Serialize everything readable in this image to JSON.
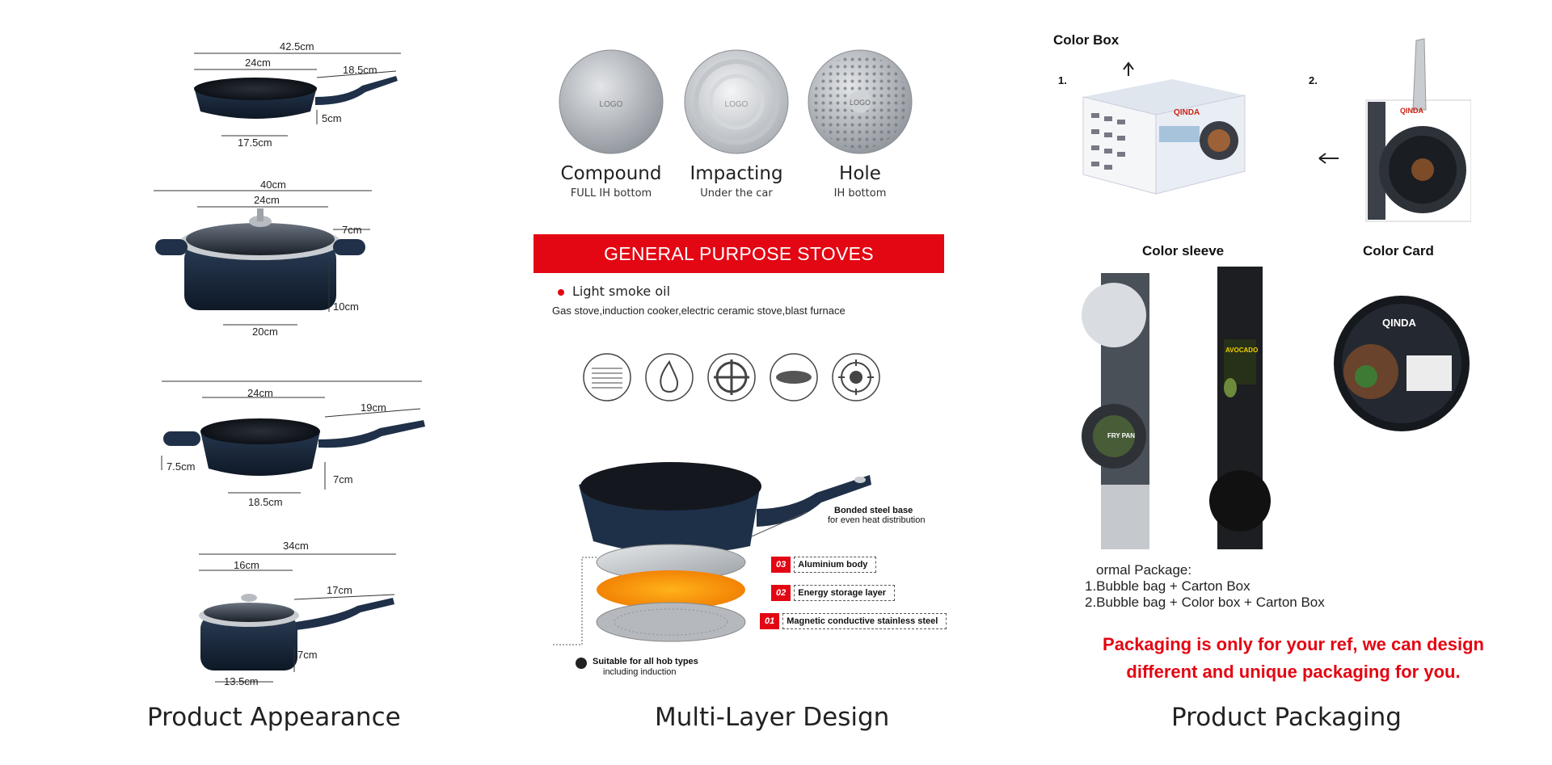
{
  "sections": {
    "appearance_title": "Product Appearance",
    "multilayer_title": "Multi-Layer Design",
    "packaging_title": "Product Packaging"
  },
  "appearance": {
    "fry_pan": {
      "total": "42.5cm",
      "diameter": "24cm",
      "handle": "18.5cm",
      "height": "5cm",
      "base": "17.5cm"
    },
    "casserole": {
      "total": "40cm",
      "diameter": "24cm",
      "handle": "7cm",
      "height": "10cm",
      "base": "20cm"
    },
    "wok": {
      "diameter": "24cm",
      "handle": "19cm",
      "side": "7.5cm",
      "height": "7cm",
      "base": "18.5cm"
    },
    "saucepan": {
      "total": "34cm",
      "diameter": "16cm",
      "handle": "17cm",
      "height": "7cm",
      "base": "13.5cm"
    }
  },
  "multilayer": {
    "discs": [
      {
        "name": "Compound",
        "sub": "FULL IH bottom",
        "logo": "LOGO"
      },
      {
        "name": "Impacting",
        "sub": "Under the car",
        "logo": "LOGO"
      },
      {
        "name": "Hole",
        "sub": "IH bottom",
        "logo": "LOGO"
      }
    ],
    "banner": "GENERAL PURPOSE STOVES",
    "bullet": "Light smoke oil",
    "stoves_line": "Gas stove,induction cooker,electric ceramic stove,blast furnace",
    "stove_icons": [
      "coil-stove-icon",
      "gas-flame-icon",
      "gas-burner-icon",
      "ceramic-plate-icon",
      "induction-icon"
    ],
    "bonded_title": "Bonded steel base",
    "bonded_sub": "for even heat distribution",
    "layers": [
      {
        "num": "03",
        "label": "Aluminium body"
      },
      {
        "num": "02",
        "label": "Energy storage layer"
      },
      {
        "num": "01",
        "label": "Magnetic conductive stainless steel"
      }
    ],
    "hob_title": "Suitable for all hob types",
    "hob_sub": "including induction"
  },
  "packaging": {
    "color_box": "Color Box",
    "num1": "1.",
    "num2": "2.",
    "color_sleeve": "Color sleeve",
    "color_card": "Color Card",
    "brand": "QINDA",
    "sleeve_text": "AVOCADO",
    "fry_pan_text": "FRY PAN",
    "package_heading": "ormal Package:",
    "package_line1": "1.Bubble bag + Carton Box",
    "package_line2": "2.Bubble bag + Color box + Carton Box",
    "note": "Packaging is only for your ref, we can design different and unique packaging for you."
  },
  "colors": {
    "accent_red": "#e30613",
    "pan_navy": "#1c2b3f",
    "steel": "#c9ccd0"
  }
}
